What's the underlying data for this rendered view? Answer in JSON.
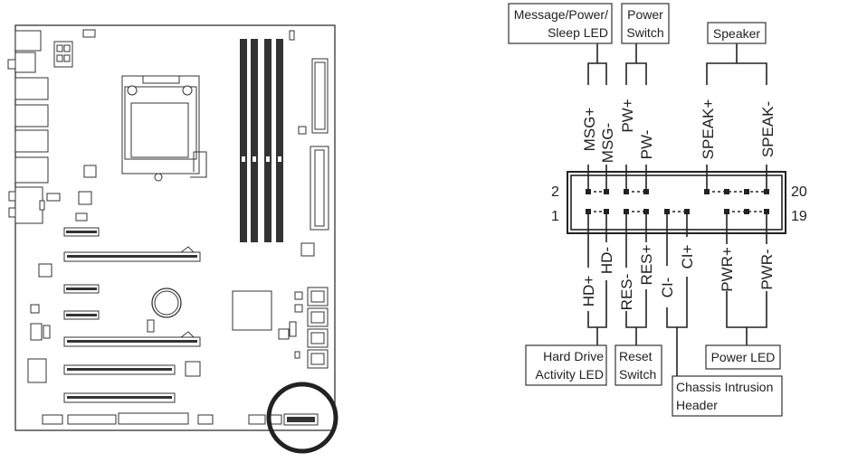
{
  "board": {
    "highlight": "front-panel-header"
  },
  "header": {
    "left_numbers": [
      "2",
      "1"
    ],
    "right_numbers": [
      "20",
      "19"
    ]
  },
  "top_pins": [
    "MSG+",
    "MSG-",
    "PW+",
    "PW-",
    "SPEAK+",
    "SPEAK-"
  ],
  "bottom_pins": [
    "HD+",
    "HD-",
    "RES-",
    "RES+",
    "CI-",
    "CI+",
    "PWR+",
    "PWR-"
  ],
  "boxes": {
    "msg_line1": "Message/Power/",
    "msg_line2": "Sleep LED",
    "pwsw_line1": "Power",
    "pwsw_line2": "Switch",
    "speaker": "Speaker",
    "hd_line1": "Hard Drive",
    "hd_line2": "Activity LED",
    "reset_line1": "Reset",
    "reset_line2": "Switch",
    "chassis_line1": "Chassis Intrusion",
    "chassis_line2": "Header",
    "power_led": "Power LED"
  }
}
